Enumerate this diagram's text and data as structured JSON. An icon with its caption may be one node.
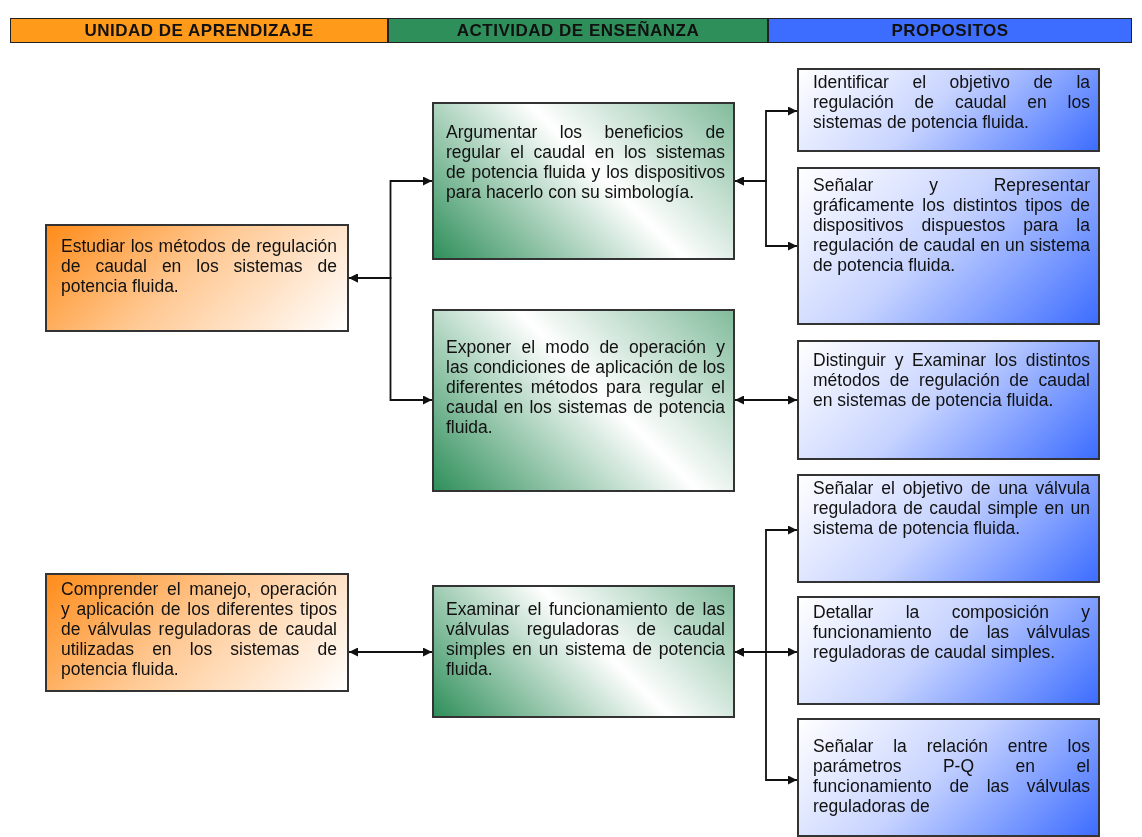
{
  "diagram": {
    "nodes": [
      {
        "text": [
          "UNIDAD DE APRENDIZAJE"
        ]
      },
      {
        "text": [
          "ACTIVIDAD DE ENSEÑANZA"
        ]
      },
      {
        "text": [
          "PROPOSITOS"
        ]
      },
      {
        "text": [
          "Estudiar los métodos de regulación de caudal en los sistemas de potencia fluida."
        ]
      },
      {
        "text": [
          "Argumentar los beneficios de regular el caudal en los sistemas de potencia fluida y los dispositivos para hacerlo con su simbología."
        ]
      },
      {
        "text": [
          "Exponer el modo de operación y las condiciones de aplicación de los diferentes métodos para regular el caudal en los sistemas de potencia fluida."
        ]
      },
      {
        "text": [
          "Identificar el objetivo de la regulación de caudal en los sistemas de potencia fluida."
        ]
      },
      {
        "text": [
          "Señalar y Representar gráficamente los distintos tipos de dispositivos dispuestos para la regulación de caudal en un sistema de potencia fluida."
        ]
      },
      {
        "text": [
          "Distinguir y Examinar los distintos métodos de regulación de caudal en sistemas de potencia fluida."
        ]
      },
      {
        "text": [
          "Comprender el manejo, operación y aplicación de los diferentes tipos de válvulas reguladoras de caudal utilizadas en los sistemas de potencia fluida."
        ]
      },
      {
        "text": [
          "Examinar el funcionamiento de las válvulas reguladoras de caudal simples en un sistema de potencia fluida."
        ]
      },
      {
        "text": [
          "Señalar el objetivo de una válvula reguladora de caudal simple en un sistema de potencia fluida."
        ]
      },
      {
        "text": [
          "Detallar la composición y funcionamiento de las válvulas reguladoras de caudal simples."
        ]
      },
      {
        "text": [
          "Señalar la relación entre los parámetros P-Q en el funcionamiento de las válvulas reguladoras de"
        ]
      }
    ],
    "edges": [
      {
        "from": 3,
        "to": 4,
        "arrow": "both"
      },
      {
        "from": 3,
        "to": 5,
        "arrow": "both"
      },
      {
        "from": 4,
        "to": 6,
        "arrow": "both"
      },
      {
        "from": 4,
        "to": 7,
        "arrow": "both"
      },
      {
        "from": 5,
        "to": 8,
        "arrow": "both"
      },
      {
        "from": 9,
        "to": 10,
        "arrow": "both"
      },
      {
        "from": 10,
        "to": 11,
        "arrow": "both"
      },
      {
        "from": 10,
        "to": 12,
        "arrow": "both"
      },
      {
        "from": 10,
        "to": 13,
        "arrow": "both"
      }
    ]
  }
}
